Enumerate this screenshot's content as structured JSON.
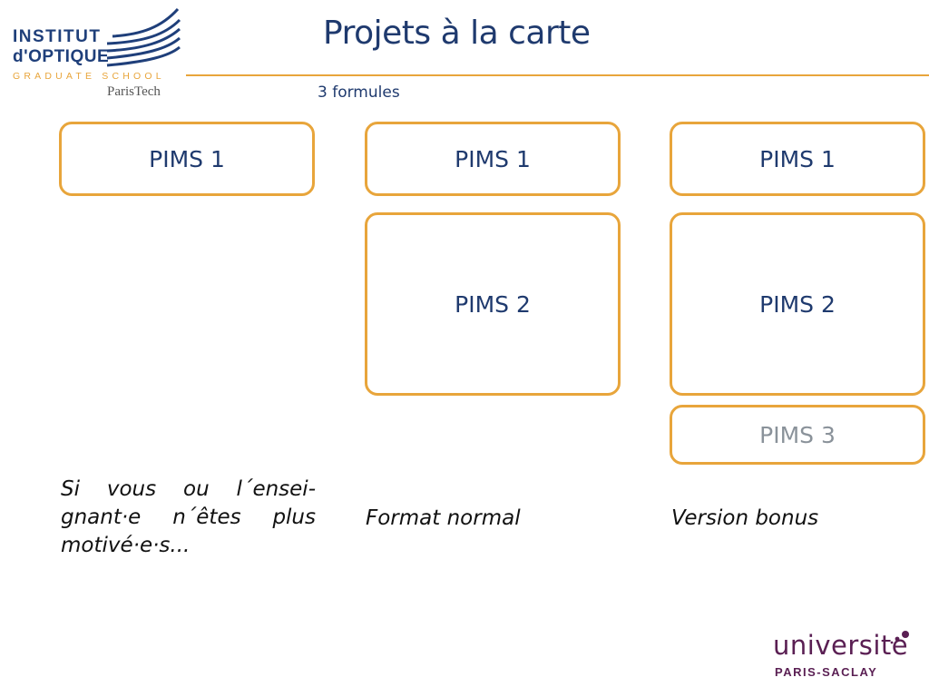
{
  "header": {
    "title": "Projets à la carte",
    "subtitle": "3 formules"
  },
  "logo_iogs": {
    "line1": "INSTITUT",
    "line2": "d'OPTIQUE",
    "line3": "GRADUATE SCHOOL",
    "line4": "ParisTech"
  },
  "columns": [
    {
      "boxes": [
        {
          "label": "PIMS 1"
        }
      ],
      "caption": "Si vous ou l´ensei-gnant·e n´êtes plus motivé·e·s..."
    },
    {
      "boxes": [
        {
          "label": "PIMS 1"
        },
        {
          "label": "PIMS 2"
        }
      ],
      "caption": "Format normal"
    },
    {
      "boxes": [
        {
          "label": "PIMS 1"
        },
        {
          "label": "PIMS 2"
        },
        {
          "label": "PIMS 3"
        }
      ],
      "caption": "Version bonus"
    }
  ],
  "logo_ups": {
    "word": "universite",
    "accent": "´",
    "sub": "PARIS-SACLAY"
  },
  "colors": {
    "accent_orange": "#e8a53b",
    "title_blue": "#1f3a6e",
    "muted_grey": "#8a929a",
    "ups_purple": "#5a1f53"
  }
}
